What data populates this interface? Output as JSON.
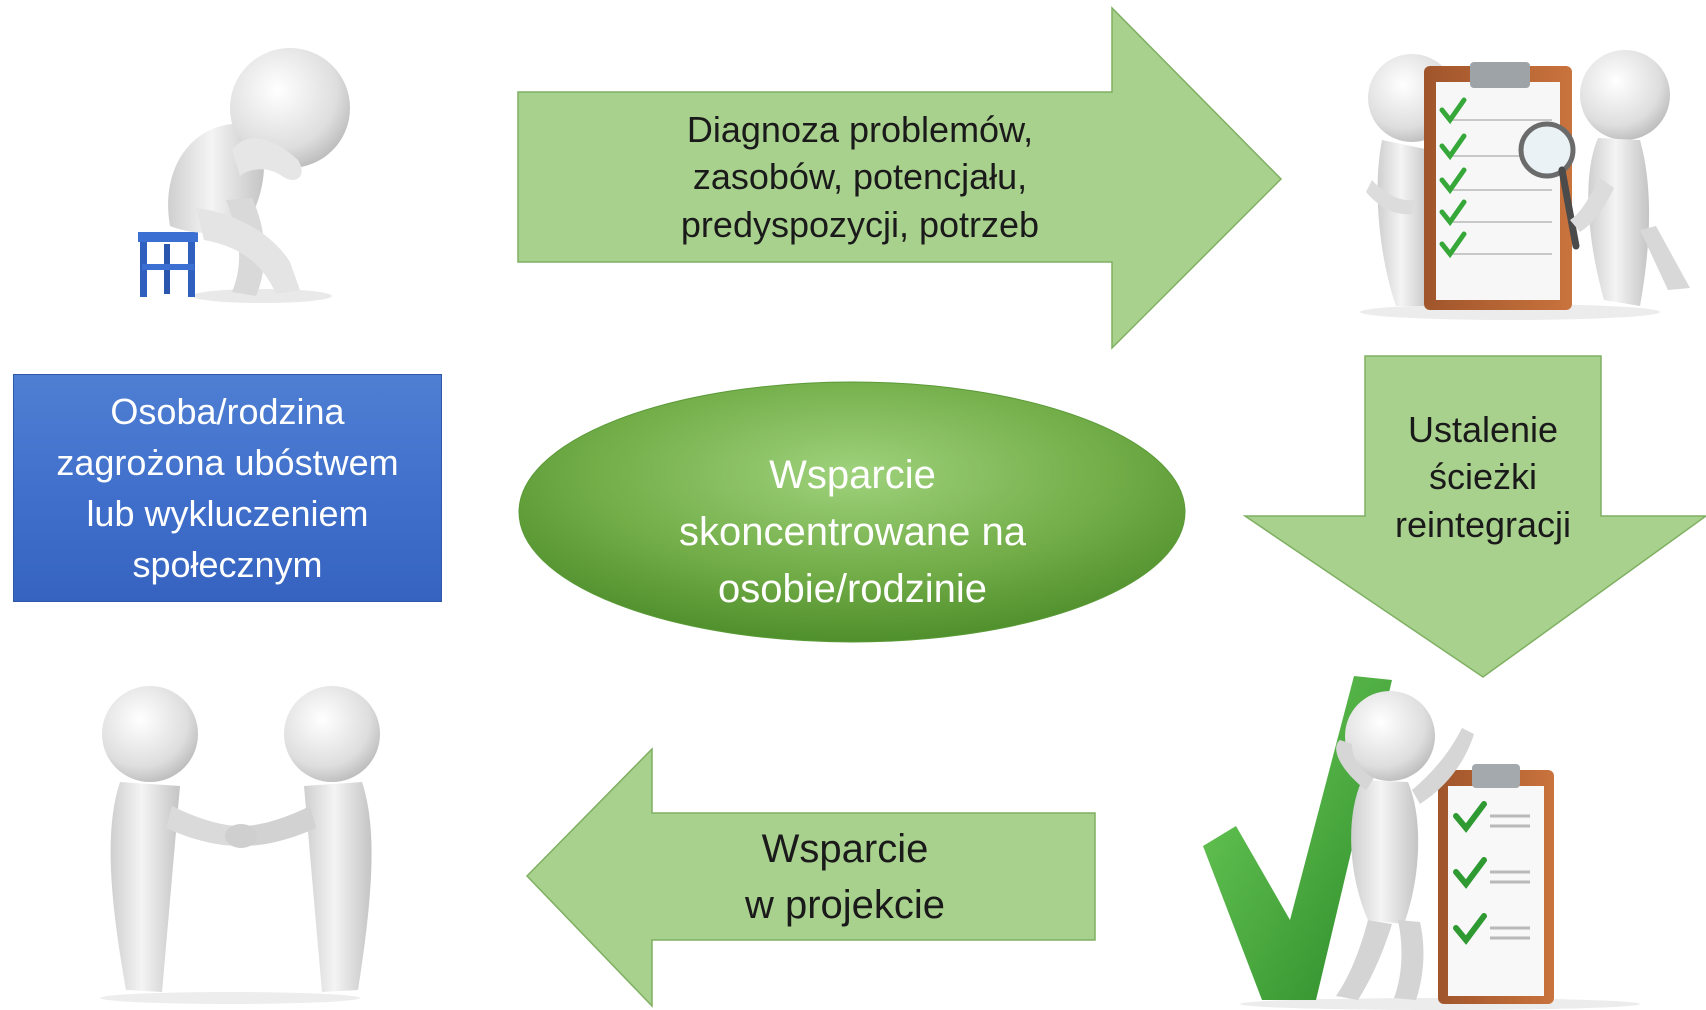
{
  "boxes": {
    "person": {
      "lines": [
        "Osoba/rodzina",
        "zagrożona ubóstwem",
        "lub wykluczeniem",
        "społecznym"
      ]
    }
  },
  "center": {
    "lines": [
      "Wsparcie",
      "skoncentrowane na",
      "osobie/rodzinie"
    ]
  },
  "arrows": {
    "diagnosis": {
      "lines": [
        "Diagnoza problemów,",
        "zasobów, potencjału,",
        "predyspozycji, potrzeb"
      ]
    },
    "path": {
      "lines": [
        "Ustalenie",
        "ścieżki",
        "reintegracji"
      ]
    },
    "support": {
      "lines": [
        "Wsparcie",
        "w projekcie"
      ]
    }
  },
  "illustrations": {
    "top_left": "sad-person-icon",
    "top_right": "clipboard-inspection-icon",
    "bottom_right": "checklist-success-icon",
    "bottom_left": "handshake-icon"
  },
  "colors": {
    "arrow_fill": "#a9d18e",
    "arrow_stroke": "#7fb062",
    "ellipse_light": "#8cc56b",
    "ellipse_dark": "#4f8f2c",
    "box_blue": "#4472c4"
  }
}
